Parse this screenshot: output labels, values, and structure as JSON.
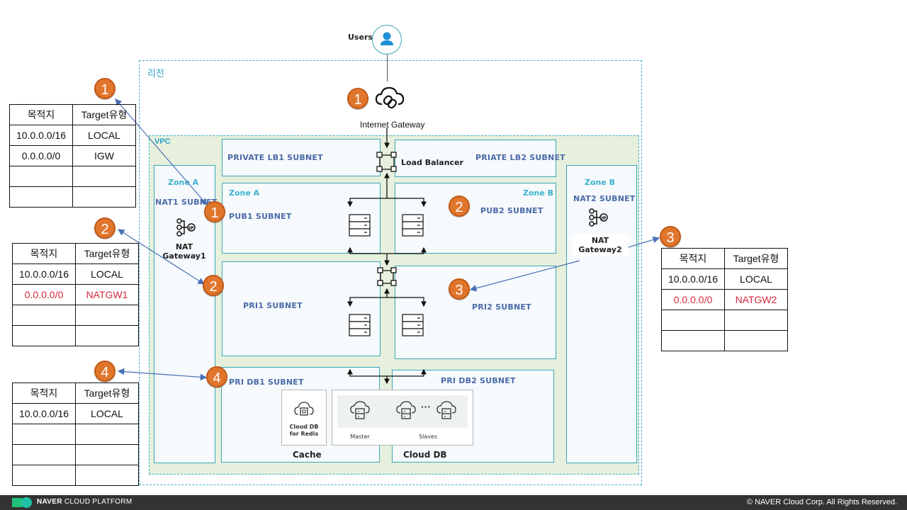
{
  "diagram": {
    "users_label": "Users",
    "region_label": "리전",
    "vpc_label": "VPC",
    "internet_gateway_label": "Internet Gateway",
    "load_balancer_label": "Load Balancer",
    "subnets": {
      "private_lb1": "PRIVATE  LB1 SUBNET",
      "private_lb2": "PRIATE  LB2 SUBNET",
      "pub1": "PUB1 SUBNET",
      "pub2": "PUB2  SUBNET",
      "pri1": "PRI1 SUBNET",
      "pri2": "PRI2  SUBNET",
      "pri_db1": "PRI DB1 SUBNET",
      "pri_db2": "PRI DB2  SUBNET",
      "nat1": "NAT1 SUBNET",
      "nat2": "NAT2 SUBNET"
    },
    "zones": {
      "zone_a": "Zone A",
      "zone_b": "Zone B"
    },
    "nat_gateway1": {
      "line1": "NAT",
      "line2": "Gateway1"
    },
    "nat_gateway2": {
      "line1": "NAT",
      "line2": "Gateway2"
    },
    "db": {
      "redis_line1": "Cloud DB",
      "redis_line2": "for Redis",
      "master": "Master",
      "slaves": "Slaves",
      "cache": "Cache",
      "cloud_db": "Cloud DB",
      "ellipsis": "···"
    },
    "badges": [
      "1",
      "2",
      "3",
      "4"
    ],
    "colors": {
      "badge": "#e0752c",
      "subnet_border": "#3aa6b9",
      "vpc_fill": "#e6f0dc",
      "label_blue": "#4b6aa8",
      "zone_cyan": "#3cb0d0",
      "route_red": "#d8283c",
      "arrow_blue": "#4a6fb5"
    }
  },
  "route_tables": [
    {
      "id": "1",
      "header": [
        "목적지",
        "Target유형"
      ],
      "rows": [
        {
          "dest": "10.0.0.0/16",
          "target": "LOCAL",
          "highlight": false
        },
        {
          "dest": "0.0.0.0/0",
          "target": "IGW",
          "highlight": false
        },
        {
          "dest": "",
          "target": "",
          "highlight": false
        },
        {
          "dest": "",
          "target": "",
          "highlight": false
        }
      ]
    },
    {
      "id": "2",
      "header": [
        "목적지",
        "Target유형"
      ],
      "rows": [
        {
          "dest": "10.0.0.0/16",
          "target": "LOCAL",
          "highlight": false
        },
        {
          "dest": "0.0.0.0/0",
          "target": "NATGW1",
          "highlight": true
        },
        {
          "dest": "",
          "target": "",
          "highlight": false
        },
        {
          "dest": "",
          "target": "",
          "highlight": false
        }
      ]
    },
    {
      "id": "3",
      "header": [
        "목적지",
        "Target유형"
      ],
      "rows": [
        {
          "dest": "10.0.0.0/16",
          "target": "LOCAL",
          "highlight": false
        },
        {
          "dest": "0.0.0.0/0",
          "target": "NATGW2",
          "highlight": true
        },
        {
          "dest": "",
          "target": "",
          "highlight": false
        },
        {
          "dest": "",
          "target": "",
          "highlight": false
        }
      ]
    },
    {
      "id": "4",
      "header": [
        "목적지",
        "Target유형"
      ],
      "rows": [
        {
          "dest": "10.0.0.0/16",
          "target": "LOCAL",
          "highlight": false
        },
        {
          "dest": "",
          "target": "",
          "highlight": false
        },
        {
          "dest": "",
          "target": "",
          "highlight": false
        },
        {
          "dest": "",
          "target": "",
          "highlight": false
        }
      ]
    }
  ],
  "footer": {
    "brand_bold": "NAVER",
    "brand_rest": " CLOUD PLATFORM",
    "copyright": "© NAVER Cloud Corp. All Rights Reserved."
  }
}
